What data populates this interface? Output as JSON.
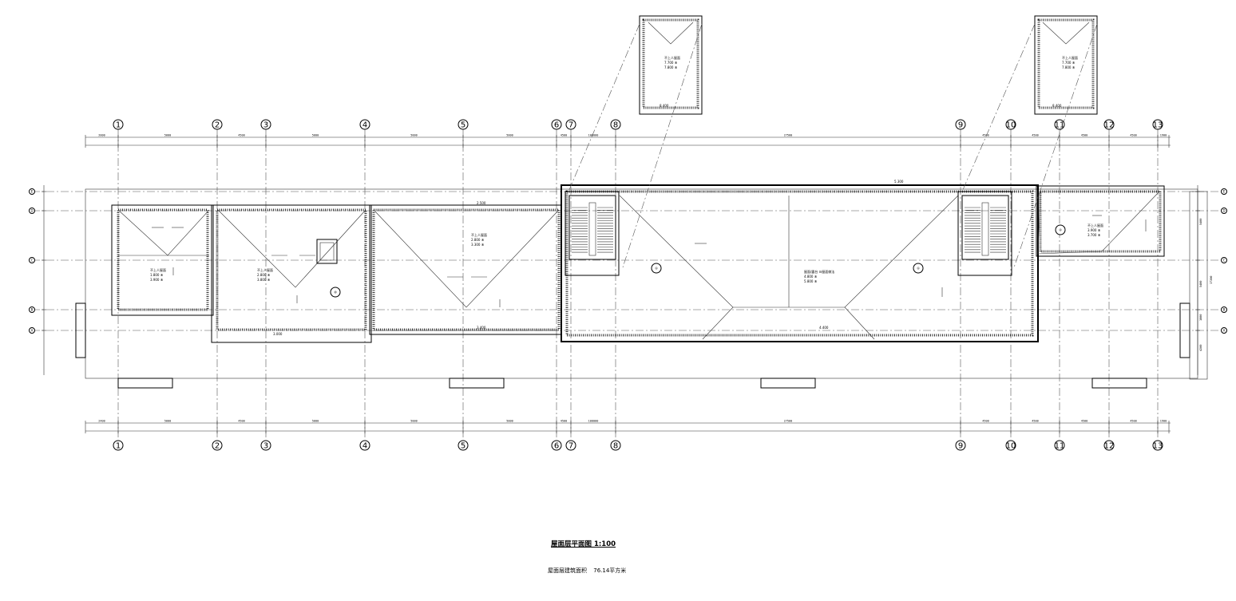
{
  "drawing": {
    "title": "屋面层平面图 1:100",
    "area_note": {
      "label": "屋面层建筑面积",
      "value": "76.14平方米"
    },
    "column_axes": [
      "1",
      "2",
      "3",
      "4",
      "5",
      "6",
      "7",
      "8",
      "9",
      "10",
      "11",
      "12",
      "13"
    ],
    "row_axes": [
      "E",
      "D",
      "C",
      "B",
      "A"
    ],
    "top_dimensions": [
      "2000",
      "5000",
      "4500",
      "5000",
      "5000",
      "5000",
      "4500",
      "100000",
      "27500",
      "4500",
      "4500",
      "4500",
      "4500",
      "1900"
    ],
    "bottom_dimensions": [
      "2400",
      "5000",
      "4500",
      "5000",
      "5000",
      "5000",
      "4500",
      "100000",
      "27500",
      "4500",
      "4500",
      "4500",
      "4500",
      "1900"
    ],
    "right_dimensions": [
      "5400",
      "5400",
      "17200",
      "1800",
      "4200"
    ],
    "detail_labels": [
      "①",
      "②",
      "⑩"
    ],
    "annotations": {
      "roof_a": [
        "不上人屋面",
        "1.800 ⑧",
        "3.900 ⑧"
      ],
      "roof_b": [
        "不上人屋面",
        "2.800 ⑧",
        "3.800 ⑧"
      ],
      "roof_c": [
        "不上人屋面",
        "2.800 ⑧",
        "3.300 ⑧"
      ],
      "roof_main": [
        "屋面/露台 ⑩屋面做法",
        "4.800 ⑧",
        "5.800 ⑧"
      ],
      "roof_right": [
        "不上人屋面",
        "3.900 ⑧",
        "3.700 ⑧"
      ],
      "inset": [
        "不上人屋面",
        "7.700 ⑧",
        "7.800 ⑧"
      ],
      "levels": [
        "2.500",
        "3.400",
        "5.300",
        "4.400",
        "8.400",
        "3.000"
      ]
    }
  }
}
